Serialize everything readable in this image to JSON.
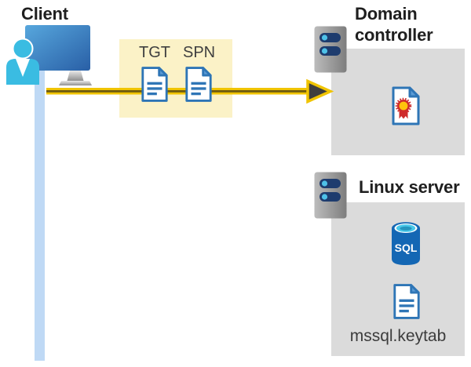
{
  "client": {
    "label": "Client"
  },
  "tickets": {
    "tgt_label": "TGT",
    "spn_label": "SPN"
  },
  "domain_controller": {
    "label": "Domain controller"
  },
  "linux_server": {
    "label": "Linux server",
    "sql_badge": "SQL",
    "keytab_file": "mssql.keytab"
  },
  "icons": {
    "client": "client-computer-person-icon",
    "ticket_documents": "document-icon",
    "domain_controller": "server-icon",
    "certificate": "certificate-icon",
    "linux_server": "server-icon",
    "database": "sql-database-icon",
    "keytab": "document-icon",
    "flow": "arrow-right-icon"
  },
  "colors": {
    "highlight_box": "#fbf2c7",
    "panel_gray": "#dbdbdb",
    "arrow_yellow": "#f0c400",
    "arrow_core": "#6e5a10",
    "arrowhead": "#3e3e3e",
    "doc_blue": "#2e75b6",
    "doc_fold_blue": "#5b9bd5",
    "client_line_blue": "#bfd9f5",
    "person_cyan": "#3abce2",
    "monitor_blue": "#2a62a8",
    "server_slot_navy": "#1e3c6e",
    "server_dot_cyan": "#4ec1e8",
    "sql_body_blue": "#1467b4",
    "sql_top_cyan": "#49c9ea",
    "cert_seal_yellow": "#ffc30b",
    "cert_ribbon_red": "#cf2b2b",
    "heading_text": "#1f1f1f",
    "label_text": "#3f3f3f"
  }
}
